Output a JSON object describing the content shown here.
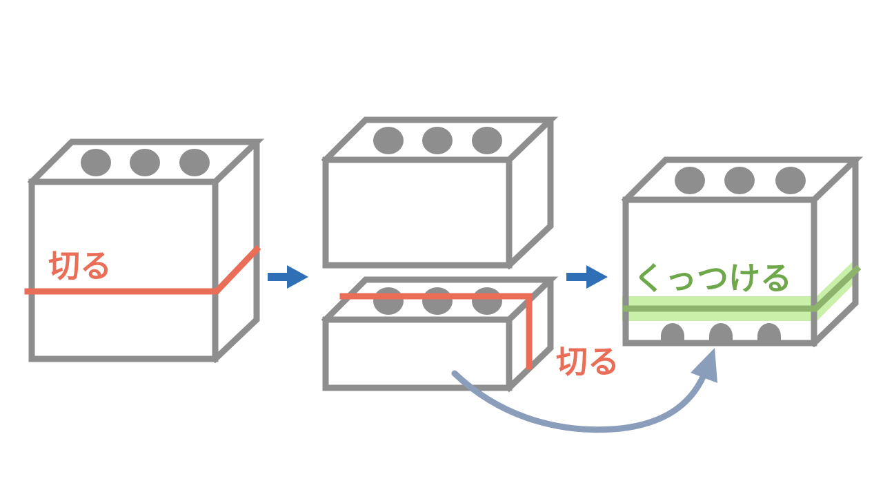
{
  "labels": {
    "cut_left": "切る",
    "cut_middle": "切る",
    "attach": "くっつける"
  },
  "colors": {
    "block_stroke": "#8e8e8e",
    "stud_fill": "#8e8e8e",
    "cut_line": "#ea6d58",
    "cut_text": "#ea6d58",
    "attach_highlight": "#c9f0a8",
    "attach_line": "#8cb46c",
    "attach_text": "#6fa84a",
    "step_arrow": "#2f6fb5",
    "curve_arrow": "#8a9dba"
  },
  "icons": {
    "step_arrow_1": "right-arrow-icon",
    "step_arrow_2": "right-arrow-icon",
    "move_arrow": "curved-arrow-icon"
  }
}
